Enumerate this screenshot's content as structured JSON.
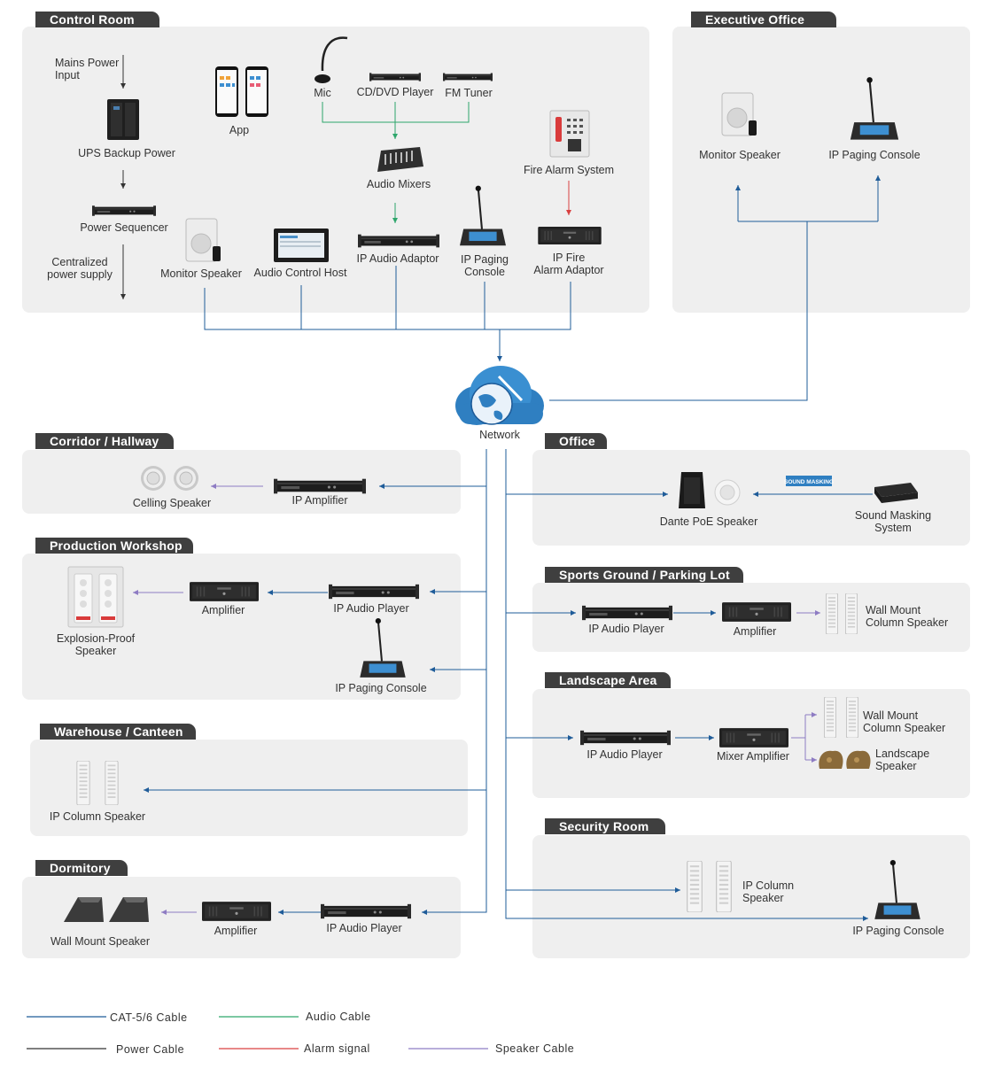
{
  "zones": {
    "control_room": "Control Room",
    "executive_office": "Executive Office",
    "corridor": "Corridor / Hallway",
    "office": "Office",
    "workshop": "Production Workshop",
    "sports": "Sports Ground / Parking Lot",
    "warehouse": "Warehouse / Canteen",
    "landscape": "Landscape Area",
    "dormitory": "Dormitory",
    "security": "Security Room"
  },
  "labels": {
    "mains": "Mains Power\nInput",
    "ups": "UPS Backup Power",
    "sequencer": "Power Sequencer",
    "centralized": "Centralized\npower supply",
    "app": "App",
    "mic": "Mic",
    "cd": "CD/DVD Player",
    "fm": "FM Tuner",
    "mixers": "Audio Mixers",
    "fire_system": "Fire Alarm System",
    "monitor_cr": "Monitor Speaker",
    "control_host": "Audio Control Host",
    "ip_adaptor": "IP Audio Adaptor",
    "paging_cr": "IP Paging\nConsole",
    "fire_adaptor": "IP Fire\nAlarm Adaptor",
    "monitor_exec": "Monitor Speaker",
    "paging_exec": "IP Paging Console",
    "network": "Network",
    "ceiling": "Celling Speaker",
    "ip_amp": "IP Amplifier",
    "dante": "Dante PoE Speaker",
    "masking_tag": "SOUND MASKING",
    "masking": "Sound Masking\nSystem",
    "explosion": "Explosion-Proof\nSpeaker",
    "amp_ws": "Amplifier",
    "player_ws": "IP Audio Player",
    "paging_ws": "IP Paging Console",
    "player_sp": "IP Audio Player",
    "amp_sp": "Amplifier",
    "column_sp": "Wall Mount\nColumn Speaker",
    "player_la": "IP Audio Player",
    "mixamp_la": "Mixer Amplifier",
    "column_la": "Wall Mount\nColumn Speaker",
    "landscape_spk": "Landscape\nSpeaker",
    "ip_column_wh": "IP Column Speaker",
    "wallmount_dm": "Wall Mount Speaker",
    "amp_dm": "Amplifier",
    "player_dm": "IP Audio Player",
    "ip_column_sec": "IP Column\nSpeaker",
    "paging_sec": "IP Paging Console"
  },
  "legend": [
    {
      "label": "CAT-5/6 Cable",
      "color": "#1f5c99"
    },
    {
      "label": "Audio Cable",
      "color": "#2ea66b"
    },
    {
      "label": "Power Cable",
      "color": "#333333"
    },
    {
      "label": "Alarm signal",
      "color": "#d94040"
    },
    {
      "label": "Speaker Cable",
      "color": "#8e7cc3"
    }
  ]
}
